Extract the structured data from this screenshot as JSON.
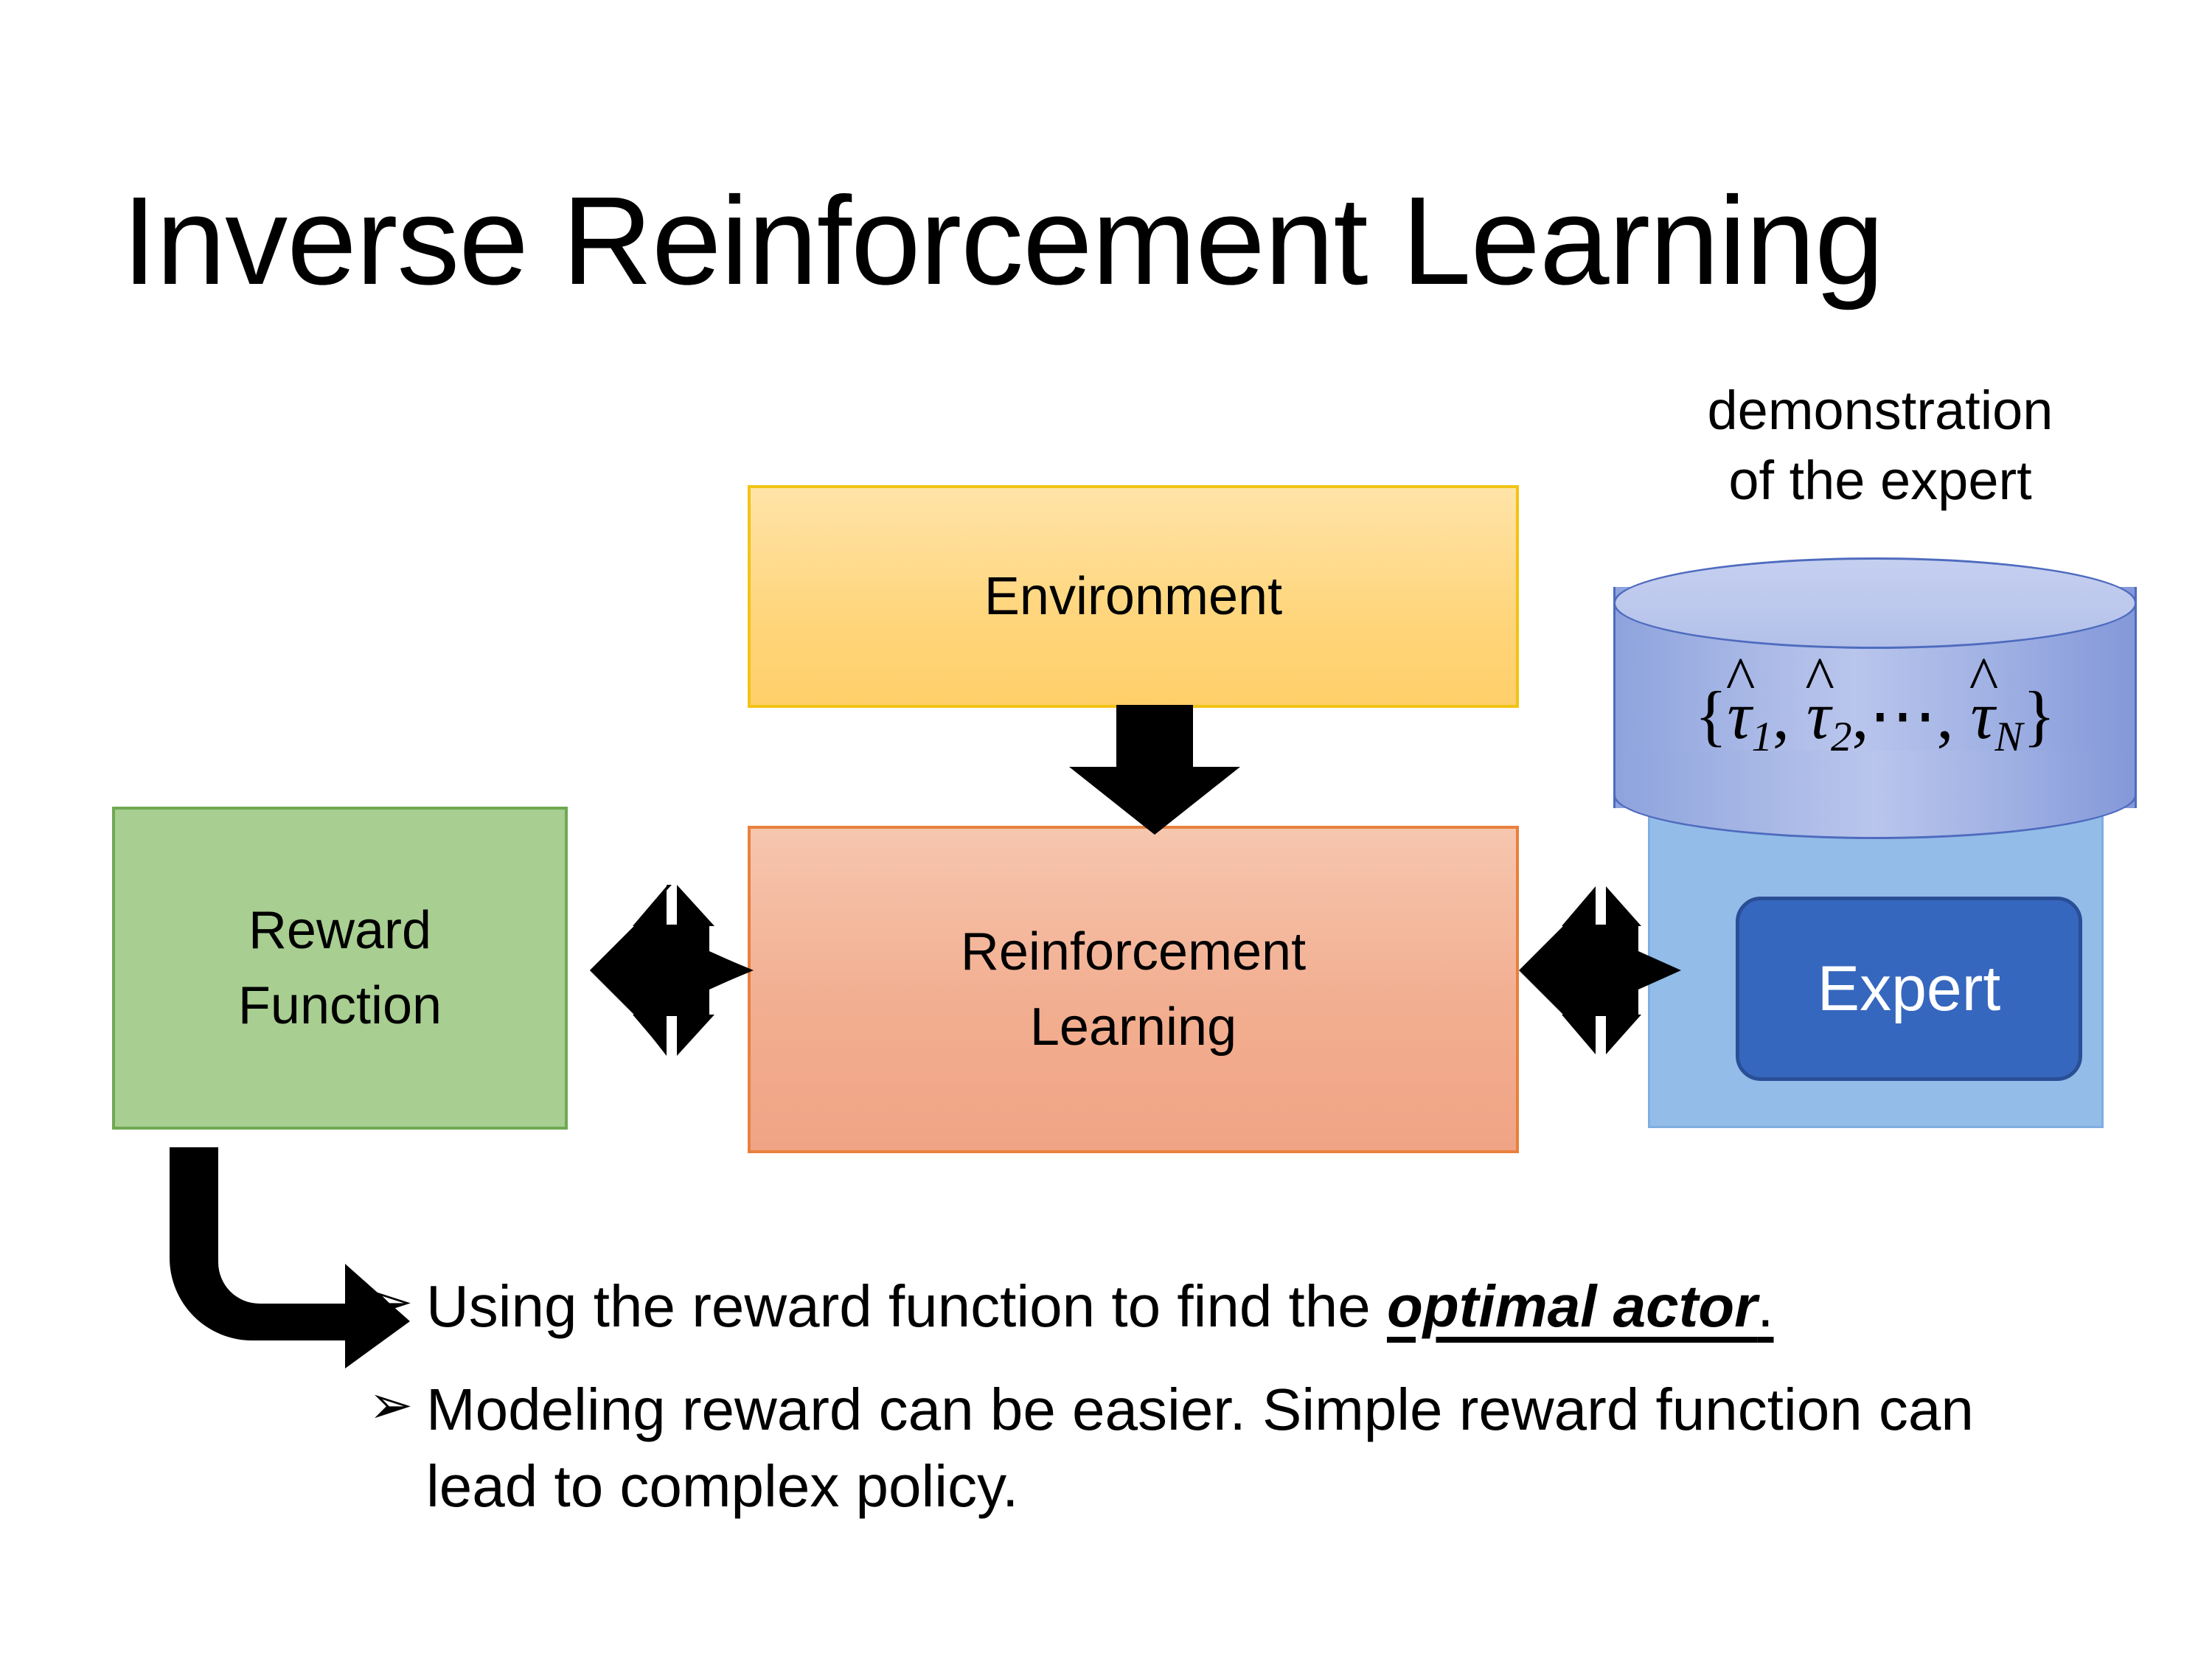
{
  "slide": {
    "title": "Inverse Reinforcement Learning",
    "background_color": "#FFFFFF"
  },
  "diagram": {
    "environment": {
      "label": "Environment",
      "fill_color": "#FFD57A",
      "border_color": "#F2C314"
    },
    "reward_function": {
      "label_line1": "Reward",
      "label_line2": "Function",
      "fill_color": "#A8CE91",
      "border_color": "#6FA952"
    },
    "reinforcement_learning": {
      "label_line1": "Reinforcement",
      "label_line2": "Learning",
      "fill_color": "#F2AE90",
      "border_color": "#E8803E"
    },
    "expert": {
      "label": "Expert",
      "fill_color": "#3667BE",
      "border_color": "#2A4F96",
      "text_color": "#FFFFFF",
      "backing_fill_color": "#93BCE8"
    },
    "demonstration": {
      "caption_line1": "demonstration",
      "caption_line2": "of the expert",
      "set_open": "{",
      "tau": "τ",
      "sub1": "1",
      "sub2": "2",
      "ellipsis": "⋯",
      "subN": "N",
      "set_close": "}",
      "comma": ",",
      "cylinder_fill_color": "#A8B8E6",
      "cylinder_border_color": "#4E6BBE"
    },
    "connectors": [
      {
        "name": "environment-to-rl",
        "type": "down-arrow",
        "color": "#000000"
      },
      {
        "name": "reward-to-rl",
        "type": "quad-arrow",
        "color": "#000000"
      },
      {
        "name": "rl-to-expert",
        "type": "quad-arrow",
        "color": "#000000"
      },
      {
        "name": "reward-to-bullet",
        "type": "elbow-arrow",
        "color": "#000000"
      }
    ]
  },
  "bullets": {
    "marker": "➢",
    "items": [
      {
        "before": "Using the reward function to find the ",
        "emphasis": "optimal actor",
        "after": "."
      },
      {
        "before": "Modeling reward can be easier. Simple reward function can lead to complex policy.",
        "emphasis": "",
        "after": ""
      }
    ]
  }
}
